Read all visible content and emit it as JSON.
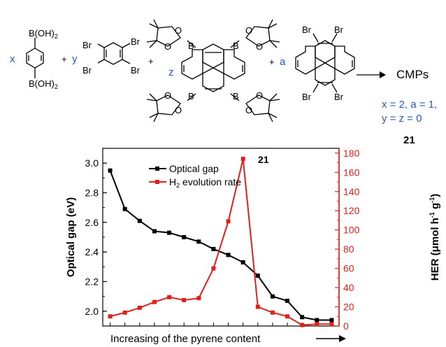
{
  "scheme": {
    "coef_x": "x",
    "coef_y": "y",
    "coef_z": "z",
    "coef_a": "a",
    "plus": "+",
    "boronic": "B(OH)2",
    "boronic_label_top": "B(OH)",
    "boronic_label_bottom": "B(OH)",
    "boronic_sub": "2",
    "br": "Br",
    "boron": "B",
    "oxygen": "O",
    "product": "CMPs",
    "cond_line1": "x = 2, a = 1,",
    "cond_line2": "y = z = 0",
    "compound_number": "21",
    "coef_color": "#2b57c8"
  },
  "chart_data": {
    "type": "line",
    "xlabel_text": "Increasing of the pyrene content",
    "ylabel_left": "Optical gap (eV)",
    "ylabel_right_main": "HER (μmol h",
    "ylabel_right_sup1": "-1",
    "ylabel_right_mid": " g",
    "ylabel_right_sup2": "-1",
    "ylabel_right_end": ")",
    "annotation": "21",
    "x": [
      1,
      2,
      3,
      4,
      5,
      6,
      7,
      8,
      9,
      10,
      11,
      12,
      13,
      14,
      15
    ],
    "left_axis": {
      "min": 1.9,
      "max": 3.1,
      "ticks": [
        "2.0",
        "2.2",
        "2.4",
        "2.6",
        "2.8",
        "3.0"
      ],
      "tick_values": [
        2.0,
        2.2,
        2.4,
        2.6,
        2.8,
        3.0
      ]
    },
    "right_axis": {
      "min": 0,
      "max": 185,
      "ticks": [
        "0",
        "20",
        "40",
        "60",
        "80",
        "100",
        "120",
        "140",
        "160",
        "180"
      ],
      "tick_values": [
        0,
        20,
        40,
        60,
        80,
        100,
        120,
        140,
        160,
        180
      ]
    },
    "series": [
      {
        "name": "Optical gap",
        "axis": "left",
        "color": "#000000",
        "x": [
          1,
          2,
          3,
          4,
          5,
          6,
          7,
          8,
          9,
          10,
          11,
          12,
          13,
          14,
          15,
          16
        ],
        "values": [
          2.95,
          2.69,
          2.61,
          2.54,
          2.53,
          2.5,
          2.47,
          2.42,
          2.38,
          2.33,
          2.24,
          2.1,
          2.07,
          1.96,
          1.94,
          1.94
        ]
      },
      {
        "name_prefix": "H",
        "name_sub": "2",
        "name_suffix": " evolution rate",
        "axis": "right",
        "color": "#e0201b",
        "x": [
          1,
          2,
          3,
          4,
          5,
          6,
          7,
          8,
          9,
          10,
          11,
          12,
          13,
          14,
          15,
          16
        ],
        "values": [
          10,
          14,
          19,
          25,
          30,
          27,
          29,
          60,
          109,
          174,
          20,
          14,
          10,
          1,
          2,
          2
        ]
      }
    ],
    "legend_position": "top-left",
    "grid": false
  }
}
